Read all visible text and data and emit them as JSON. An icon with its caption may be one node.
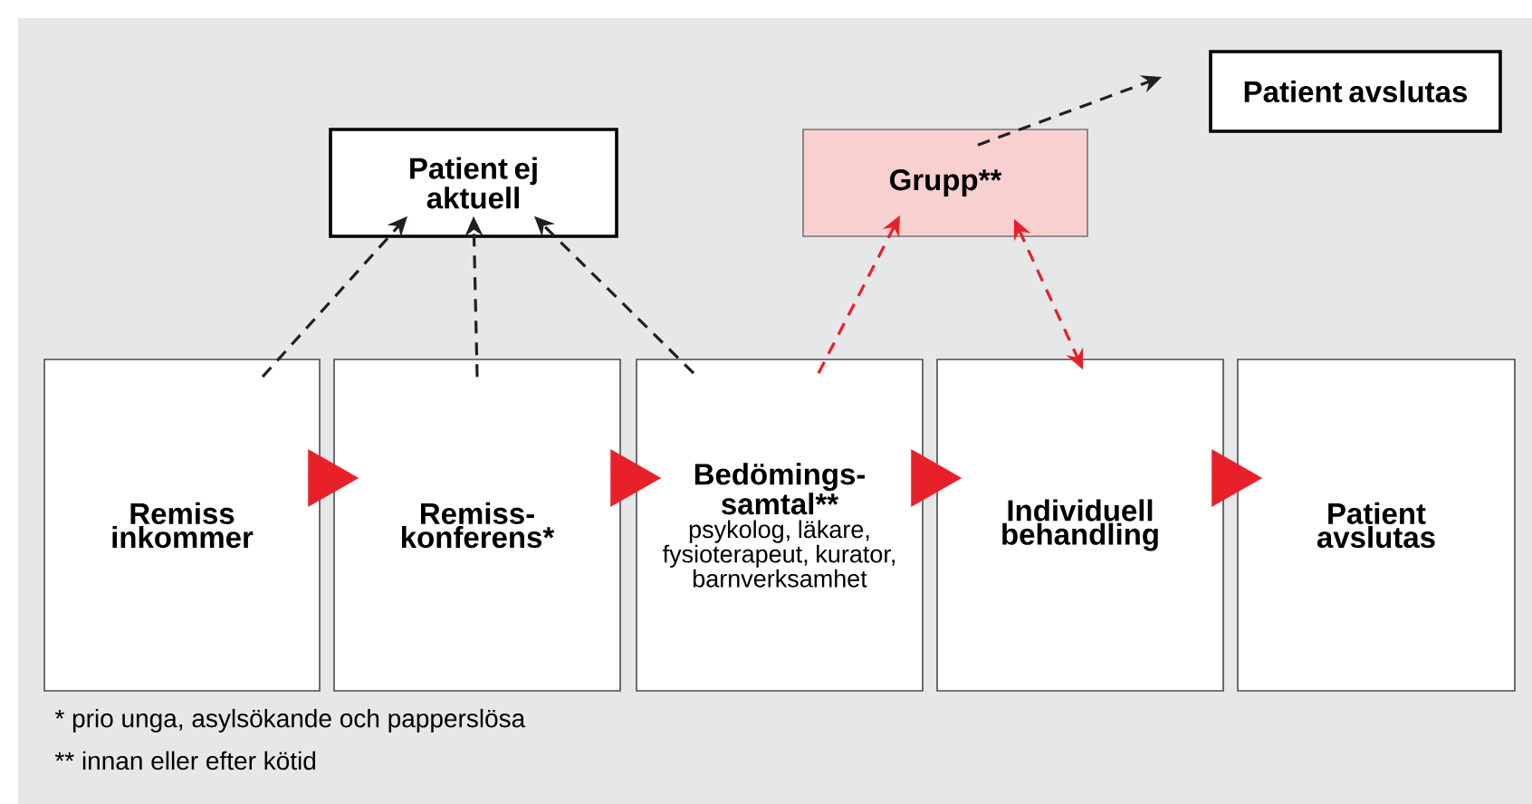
{
  "diagram": {
    "nodes": [
      {
        "text": [
          "Patient ej aktuell"
        ]
      },
      {
        "text": [
          "Grupp**"
        ]
      },
      {
        "text": [
          "Patient avslutas"
        ]
      },
      {
        "text": [
          "Remiss inkommer"
        ]
      },
      {
        "text": [
          "Remiss-konferens*"
        ]
      },
      {
        "text": [
          "Bedömings-samtal**",
          "psykolog, läkare, fysioterapeut, kurator, barnverksamhet"
        ]
      },
      {
        "text": [
          "Individuell behandling"
        ]
      },
      {
        "text": [
          "Patient avslutas"
        ]
      }
    ],
    "edges": [
      {
        "from": 3,
        "to": 4,
        "arrow": "to"
      },
      {
        "from": 4,
        "to": 5,
        "arrow": "to"
      },
      {
        "from": 5,
        "to": 6,
        "arrow": "to"
      },
      {
        "from": 6,
        "to": 7,
        "arrow": "to"
      },
      {
        "from": 3,
        "to": 0,
        "arrow": "to",
        "style": "dashed",
        "color": "#231f20"
      },
      {
        "from": 4,
        "to": 0,
        "arrow": "to",
        "style": "dashed",
        "color": "#231f20"
      },
      {
        "from": 5,
        "to": 0,
        "arrow": "to",
        "style": "dashed",
        "color": "#231f20"
      },
      {
        "from": 5,
        "to": 1,
        "arrow": "to",
        "style": "dashed"
      },
      {
        "from": 1,
        "to": 6,
        "arrow": "both",
        "style": "dashed"
      },
      {
        "from": 1,
        "to": 2,
        "arrow": "to",
        "style": "dashed",
        "color": "#231f20"
      }
    ],
    "labels": [
      "*  prio unga, asylsökande och papperslösa",
      "** innan eller efter kötid"
    ]
  }
}
